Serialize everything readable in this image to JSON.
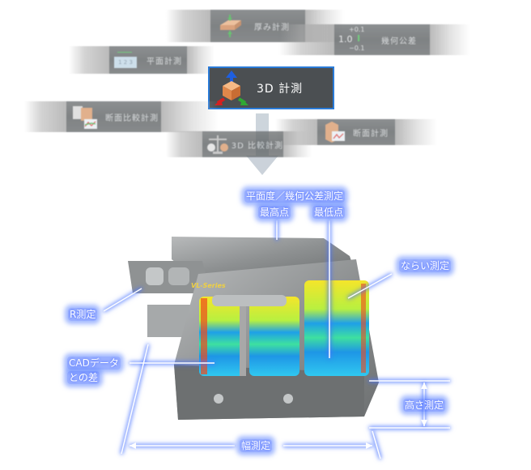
{
  "menu": {
    "items": [
      {
        "id": "thickness",
        "label": "厚み計測",
        "icon": "thickness-icon"
      },
      {
        "id": "geometric-tolerance",
        "label": "幾何公差",
        "icon": "tolerance-icon",
        "tolerance": {
          "nominal": "1.0",
          "plus": "+0.1",
          "minus": "−0.1"
        }
      },
      {
        "id": "flat",
        "label": "平面計測",
        "icon": "flat-measure-icon",
        "icon_digits": "1 2 3"
      },
      {
        "id": "3d",
        "label": "3D 計測",
        "icon": "3d-axes-cube-icon",
        "selected": true
      },
      {
        "id": "section-compare",
        "label": "断面比較計測",
        "icon": "section-compare-icon"
      },
      {
        "id": "section",
        "label": "断面計測",
        "icon": "section-profile-icon"
      },
      {
        "id": "3d-compare",
        "label": "3D 比較計測",
        "icon": "balance-scale-icon"
      }
    ]
  },
  "colors": {
    "accent_border": "#2a7bd8",
    "selected_bg": "#4b4f52",
    "glow": "#5a82ff",
    "arrow": "#c8d0d8"
  },
  "device": {
    "brand_label": "VL-Series"
  },
  "callouts": {
    "flatness": "平面度／幾何公差測定",
    "highest": "最高点",
    "lowest": "最低点",
    "profile": "ならい測定",
    "radius": "R測定",
    "cad_line1": "CADデータ",
    "cad_line2": "との差",
    "height": "高さ測定",
    "width": "幅測定"
  }
}
